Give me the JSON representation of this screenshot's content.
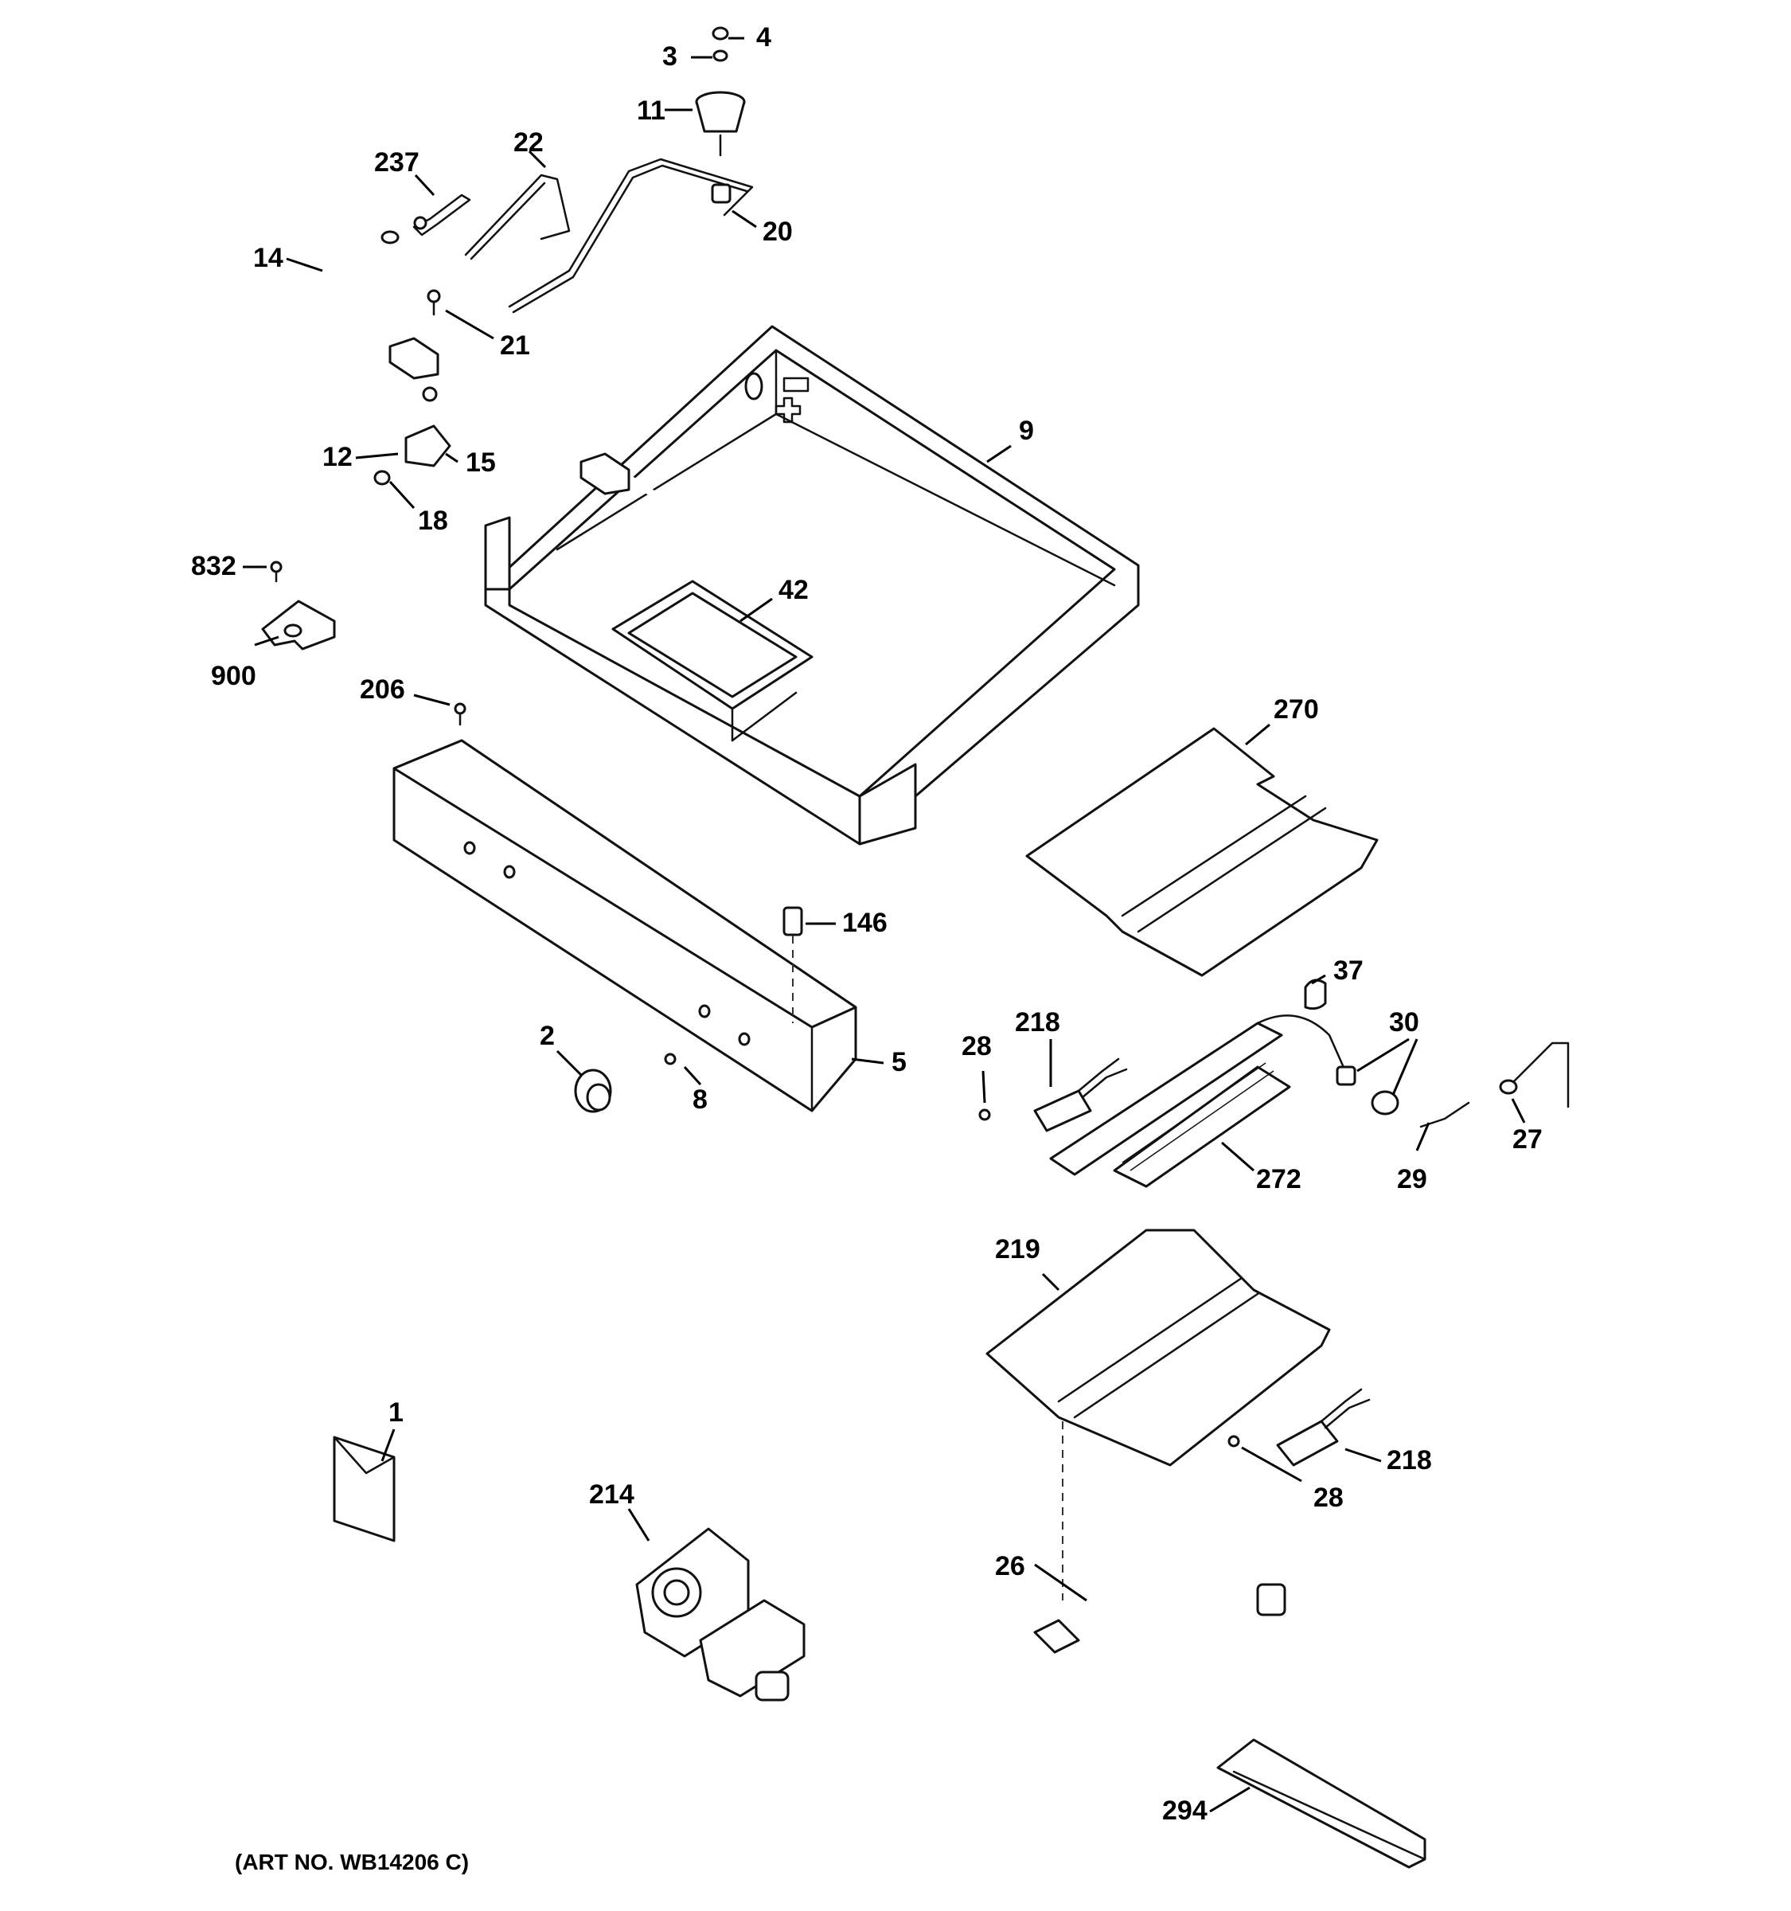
{
  "art_number": "(ART NO. WB14206 C)",
  "callouts": {
    "c1": "1",
    "c2": "2",
    "c3": "3",
    "c4": "4",
    "c5": "5",
    "c8": "8",
    "c9": "9",
    "c11": "11",
    "c12": "12",
    "c14": "14",
    "c15": "15",
    "c18": "18",
    "c20": "20",
    "c21": "21",
    "c22": "22",
    "c26": "26",
    "c27": "27",
    "c28a": "28",
    "c28b": "28",
    "c29": "29",
    "c30": "30",
    "c37": "37",
    "c42": "42",
    "c146": "146",
    "c206": "206",
    "c214": "214",
    "c218a": "218",
    "c218b": "218",
    "c219": "219",
    "c237": "237",
    "c270": "270",
    "c272": "272",
    "c294": "294",
    "c832": "832",
    "c900": "900"
  }
}
